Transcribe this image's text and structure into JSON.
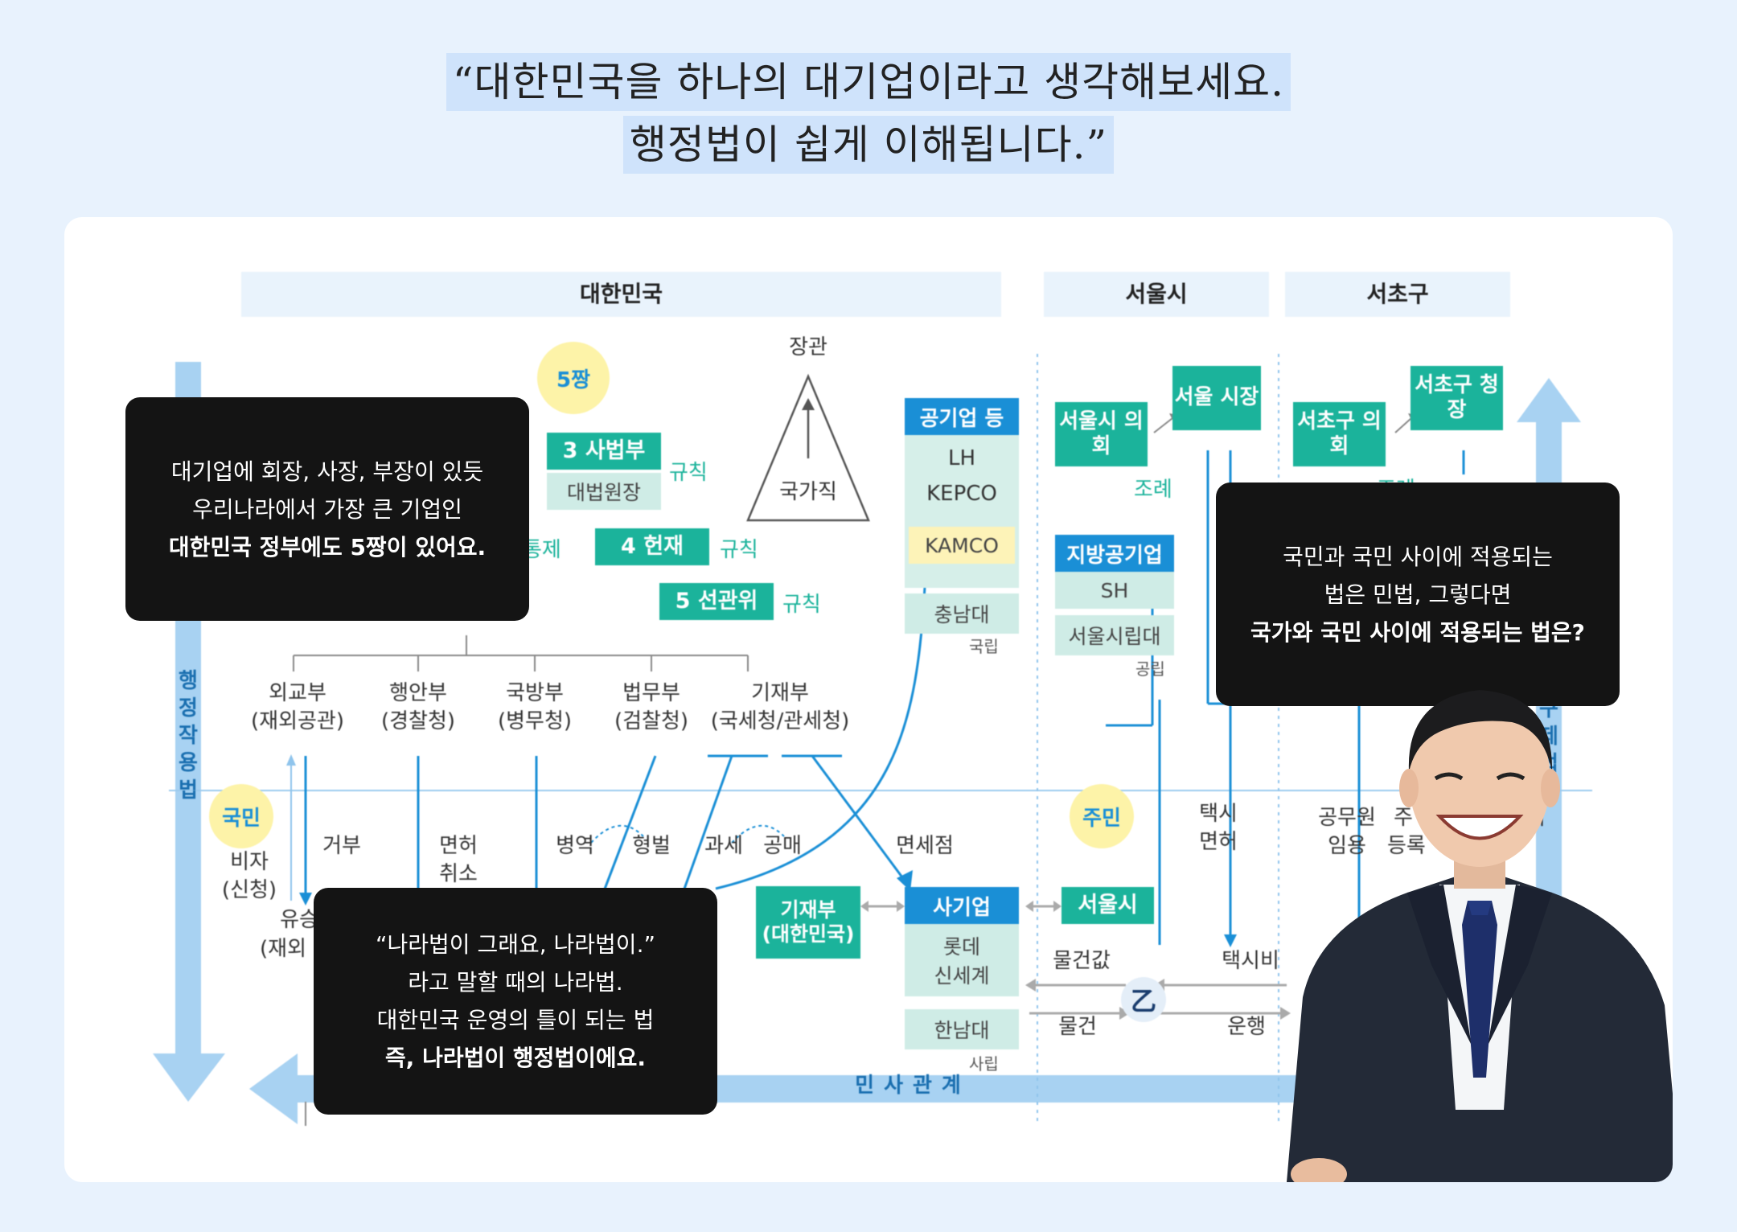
{
  "heading": {
    "line1": "“대한민국을 하나의 대기업이라고 생각해보세요.",
    "line2": "행정법이 쉽게 이해됩니다.”"
  },
  "columns": {
    "korea": "대한민국",
    "seoul": "서울시",
    "seocho": "서초구"
  },
  "axes": {
    "left_vertical": "행정작용법",
    "bottom": "민사관계",
    "right_vertical": "구제법"
  },
  "badges": {
    "five": "5짱",
    "citizen": "국민",
    "resident": "주민"
  },
  "triangle": {
    "top": "장관",
    "inside": "국가직"
  },
  "branches": [
    {
      "num": "3",
      "name": "사법부",
      "sub": "대법원장",
      "rule": "규칙"
    },
    {
      "num": "4",
      "name": "헌재",
      "rule": "규칙"
    },
    {
      "num": "5",
      "name": "선관위",
      "rule": "규칙"
    }
  ],
  "partial_label_control": "통제",
  "ministries": [
    {
      "name": "외교부",
      "agency": "(재외공관)"
    },
    {
      "name": "행안부",
      "agency": "(경찰청)"
    },
    {
      "name": "국방부",
      "agency": "(병무청)"
    },
    {
      "name": "법무부",
      "agency": "(검찰청)"
    },
    {
      "name": "기재부",
      "agency": "(국세청/관세청)"
    }
  ],
  "public_enterprises": {
    "header": "공기업 등",
    "items": [
      "LH",
      "KEPCO",
      "KAMCO"
    ],
    "univ": "충남대",
    "univ_tag": "국립"
  },
  "seoul_council": "서울시 의회",
  "seoul_mayor": "서울 시장",
  "ordinance": "조례",
  "local_enterprise": {
    "header": "지방공기업",
    "item": "SH",
    "univ": "서울시립대",
    "univ_tag": "공립"
  },
  "seocho_council": "서초구 의회",
  "seocho_office": "서초구 청장",
  "partial_label_ordinance2": "조례",
  "actions": {
    "visa": "비자\n(신청)",
    "refuse": "거부",
    "license_cancel": "면허\n취소",
    "military": "병역",
    "punish": "형벌",
    "tax": "과세",
    "auction": "공매",
    "dutyfree": "면세점",
    "taxi_license": "택시\n면허",
    "civil_servant": "공무원\n임용",
    "partial_reg": "주\n등록",
    "partial_ri": "리",
    "partial_yu": "유승",
    "partial_jae": "(재외"
  },
  "bottom_row": {
    "finance": "기재부\n(대한민국)",
    "private": "사기업",
    "private_items": "롯데\n신세계",
    "private_univ": "한남대",
    "private_univ_tag": "사립",
    "seoul_city": "서울시",
    "price": "물건값",
    "goods": "물건",
    "taxi_fare": "택시비",
    "operate": "운행",
    "person_b": "乙"
  },
  "bubbles": {
    "b1": [
      "대기업에 회장, 사장, 부장이 있듯",
      "우리나라에서 가장 큰 기업인",
      "대한민국 정부에도 5짱이 있어요."
    ],
    "b2": [
      "국민과 국민 사이에 적용되는",
      "법은 민법, 그렇다면",
      "국가와 국민 사이에 적용되는 법은?"
    ],
    "b3": [
      "“나라법이 그래요, 나라법이.”",
      "라고 말할 때의 나라법.",
      "대한민국 운영의 틀이 되는 법",
      "즉, 나라법이 행정법이에요."
    ]
  },
  "colors": {
    "green": "#1bb39b",
    "blue": "#1a8fd6",
    "light_blue_bg": "#e8f2fd",
    "bubble_bg": "#141414"
  }
}
